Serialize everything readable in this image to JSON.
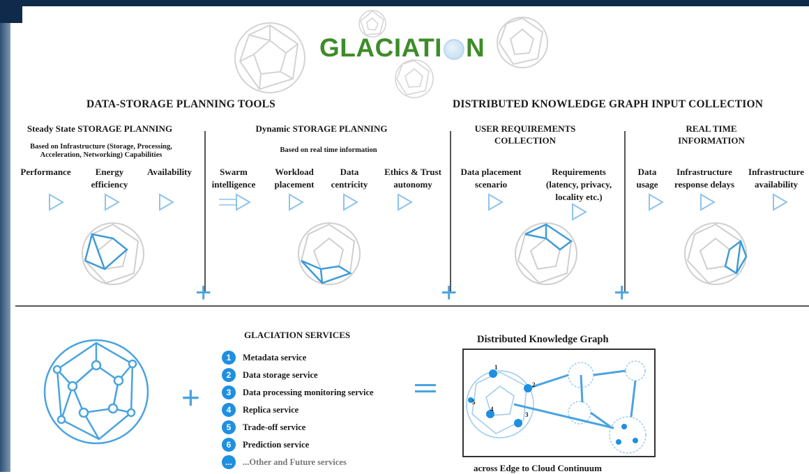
{
  "logo": {
    "left": "GLACIATI",
    "right": "N"
  },
  "planning_tools": {
    "title": "DATA-STORAGE PLANNING TOOLS"
  },
  "dkg_input": {
    "title": "DISTRIBUTED KNOWLEDGE GRAPH INPUT COLLECTION"
  },
  "steady": {
    "title": "Steady State STORAGE PLANNING",
    "subtitle": "Based on Infrastructure (Storage, Processing, Acceleration, Networking) Capabilities",
    "items": [
      "Performance",
      "Energy efficiency",
      "Availability"
    ]
  },
  "dynamic": {
    "title": "Dynamic STORAGE PLANNING",
    "subtitle": "Based on real time information",
    "items": [
      "Swarm intelligence",
      "Workload placement",
      "Data centricity",
      "Ethics & Trust autonomy"
    ]
  },
  "user_req": {
    "title": "USER REQUIREMENTS COLLECTION",
    "items": [
      "Data placement scenario",
      "Requirements (latency, privacy, locality etc.)"
    ]
  },
  "realtime": {
    "title": "REAL TIME INFORMATION",
    "items": [
      "Data usage",
      "Infrastructure response delays",
      "Infrastructure availability"
    ]
  },
  "services": {
    "title": "GLACIATION SERVICES",
    "items": [
      {
        "num": "1",
        "label": "Metadata service"
      },
      {
        "num": "2",
        "label": "Data storage service"
      },
      {
        "num": "3",
        "label": "Data processing monitoring service"
      },
      {
        "num": "4",
        "label": "Replica service"
      },
      {
        "num": "5",
        "label": "Trade-off service"
      },
      {
        "num": "6",
        "label": "Prediction service"
      },
      {
        "num": "...",
        "label": "...Other and Future services"
      }
    ]
  },
  "kg": {
    "title": "Distributed Knowledge Graph",
    "caption": "across Edge to Cloud Continuum",
    "node_labels": [
      "1",
      "2",
      "3",
      "4",
      "5"
    ]
  },
  "colors": {
    "accent": "#4aa3df",
    "logo_green": "#3d8c2a",
    "service_blue": "#1f8fe0",
    "frame": "#0f2a4a"
  }
}
